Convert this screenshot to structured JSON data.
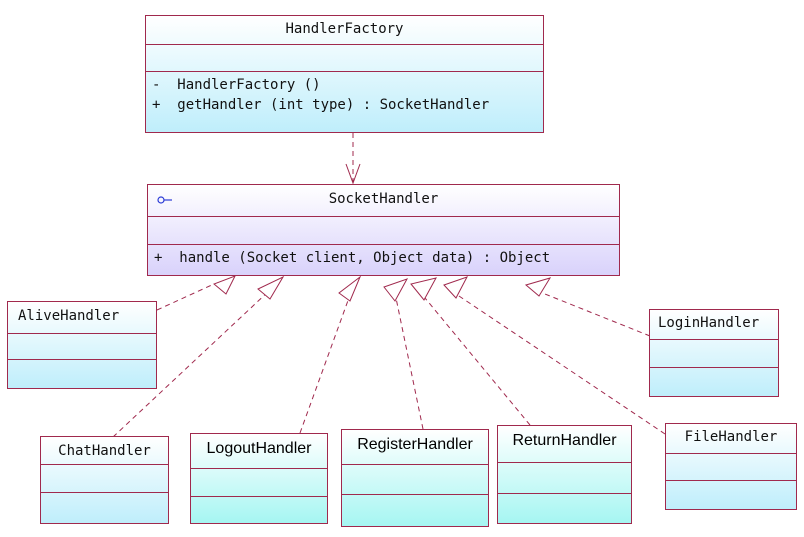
{
  "factory": {
    "name": "HandlerFactory",
    "operations": [
      "-  HandlerFactory ()",
      "+  getHandler (int type) : SocketHandler"
    ]
  },
  "interface": {
    "name": "SocketHandler",
    "icon": "interface-icon",
    "operations": [
      "+  handle (Socket client, Object data) : Object"
    ]
  },
  "handlers": {
    "alive": "AliveHandler",
    "login": "LoginHandler",
    "chat": "ChatHandler",
    "logout": "LogoutHandler",
    "register": "RegisterHandler",
    "return": "ReturnHandler",
    "file": "FileHandler"
  },
  "colors": {
    "border": "#a0294d",
    "line": "#a0294d",
    "factory_fill": "#bfeefb",
    "interface_fill": "#d9d2fb",
    "handler_fill": "#a6f6f2"
  }
}
